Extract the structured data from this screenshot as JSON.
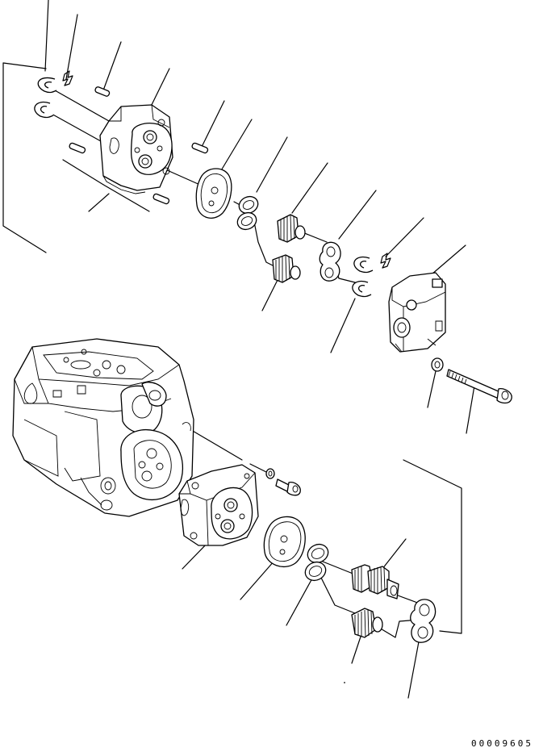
{
  "drawing": {
    "number": "00009605",
    "callouts": 24
  },
  "colors": {
    "line": "#000000",
    "background": "#ffffff"
  },
  "parts": [
    "snap-ring-upper",
    "retainer-clip-upper",
    "dowel-pin-top",
    "gear-case-upper",
    "dowel-pin-right",
    "dowel-pins-lower-pair",
    "seal-plate-upper",
    "backup-ring-pair-upper",
    "drive-gear-upper",
    "driven-gear-upper",
    "bushing-plate-upper",
    "snap-ring-rear",
    "retainer-clip-rear",
    "rear-cover",
    "washer",
    "long-bolt",
    "main-pump-housing",
    "small-washer",
    "short-bolt",
    "gear-case-lower",
    "seal-plate-lower",
    "backup-ring-pair-lower",
    "drive-gear-lower",
    "driven-gear-lower",
    "bushing-plate-lower"
  ]
}
